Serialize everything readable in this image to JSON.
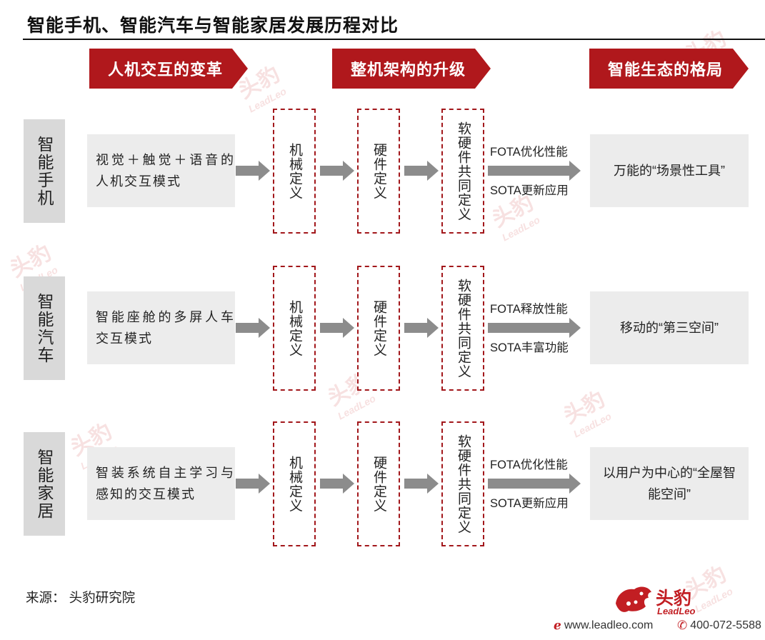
{
  "title": "智能手机、智能汽车与智能家居发展历程对比",
  "headers": [
    "人机交互的变革",
    "整机架构的升级",
    "智能生态的格局"
  ],
  "rows": [
    {
      "label": "智能手机",
      "desc": "视觉＋触觉＋语音的人机交互模式",
      "stages": [
        "机械定义",
        "硬件定义",
        "软硬件共同定义"
      ],
      "ota_top": "FOTA优化性能",
      "ota_bottom": "SOTA更新应用",
      "result": "万能的“场景性工具”"
    },
    {
      "label": "智能汽车",
      "desc": "智能座舱的多屏人车交互模式",
      "stages": [
        "机械定义",
        "硬件定义",
        "软硬件共同定义"
      ],
      "ota_top": "FOTA释放性能",
      "ota_bottom": "SOTA丰富功能",
      "result": "移动的“第三空间”"
    },
    {
      "label": "智能家居",
      "desc": "智装系统自主学习与感知的交互模式",
      "stages": [
        "机械定义",
        "硬件定义",
        "软硬件共同定义"
      ],
      "ota_top": "FOTA优化性能",
      "ota_bottom": "SOTA更新应用",
      "result": "以用户为中心的“全屋智能空间”"
    }
  ],
  "source": "来源：  头豹研究院",
  "brand": {
    "name": "头豹",
    "sub": "LeadLeo",
    "website": "www.leadleo.com",
    "phone": "400-072-5588"
  },
  "watermark": {
    "text": "头豹",
    "sub": "LeadLeo"
  },
  "colors": {
    "accent": "#b0181c",
    "arrow": "#8c8c8c",
    "box_fill": "#ececec",
    "label_fill": "#d9d9d9"
  },
  "icons": [
    "leopard-logo-icon",
    "web-e-icon",
    "phone-icon"
  ]
}
